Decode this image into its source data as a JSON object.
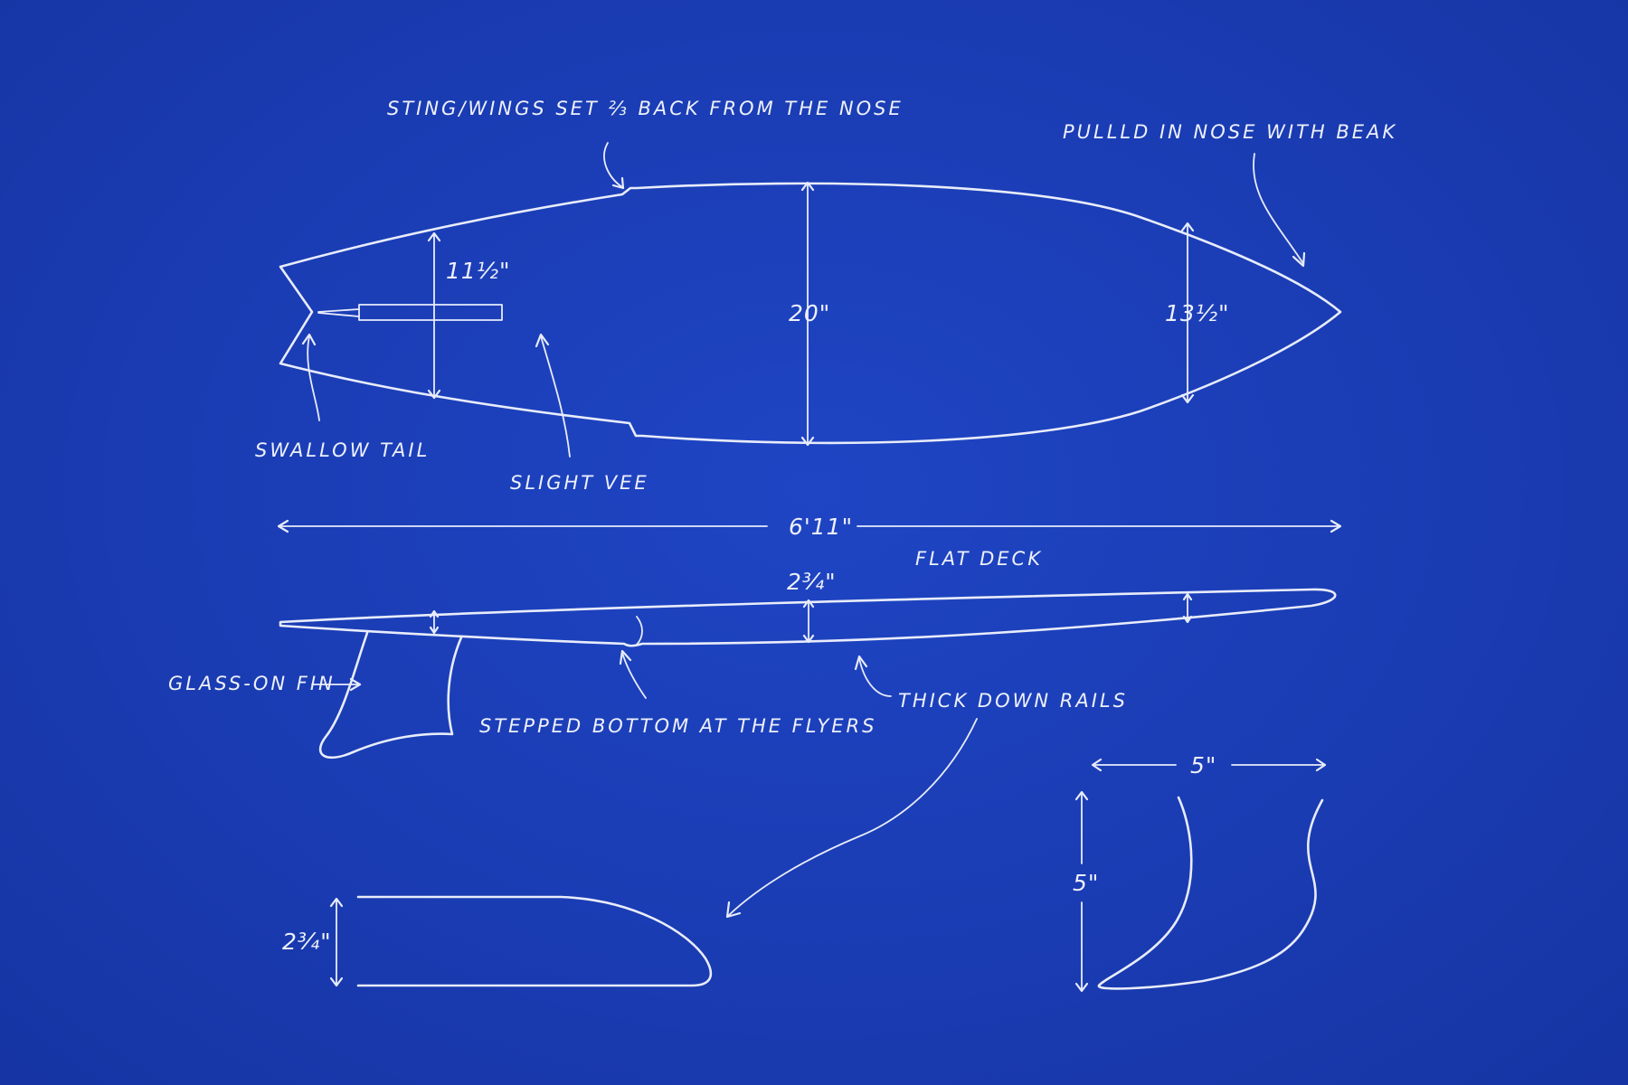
{
  "annotations": {
    "sting_wings": "STING/WINGS SET ⅔ BACK FROM THE NOSE",
    "pulled_nose": "PULLLD IN NOSE WITH BEAK",
    "swallow_tail": "SWALLOW TAIL",
    "slight_vee": "SLIGHT VEE",
    "flat_deck": "FLAT DECK",
    "glass_on_fin": "GLASS-ON FIN",
    "stepped_bottom": "STEPPED BOTTOM AT THE FLYERS",
    "thick_down_rails": "THICK DOWN RAILS"
  },
  "dimensions": {
    "tail_width": "11½\"",
    "max_width": "20\"",
    "nose_width": "13½\"",
    "length": "6'11\"",
    "thickness": "2¾\"",
    "rail_thickness": "2¾\"",
    "fin_base": "5\"",
    "fin_height": "5\""
  }
}
